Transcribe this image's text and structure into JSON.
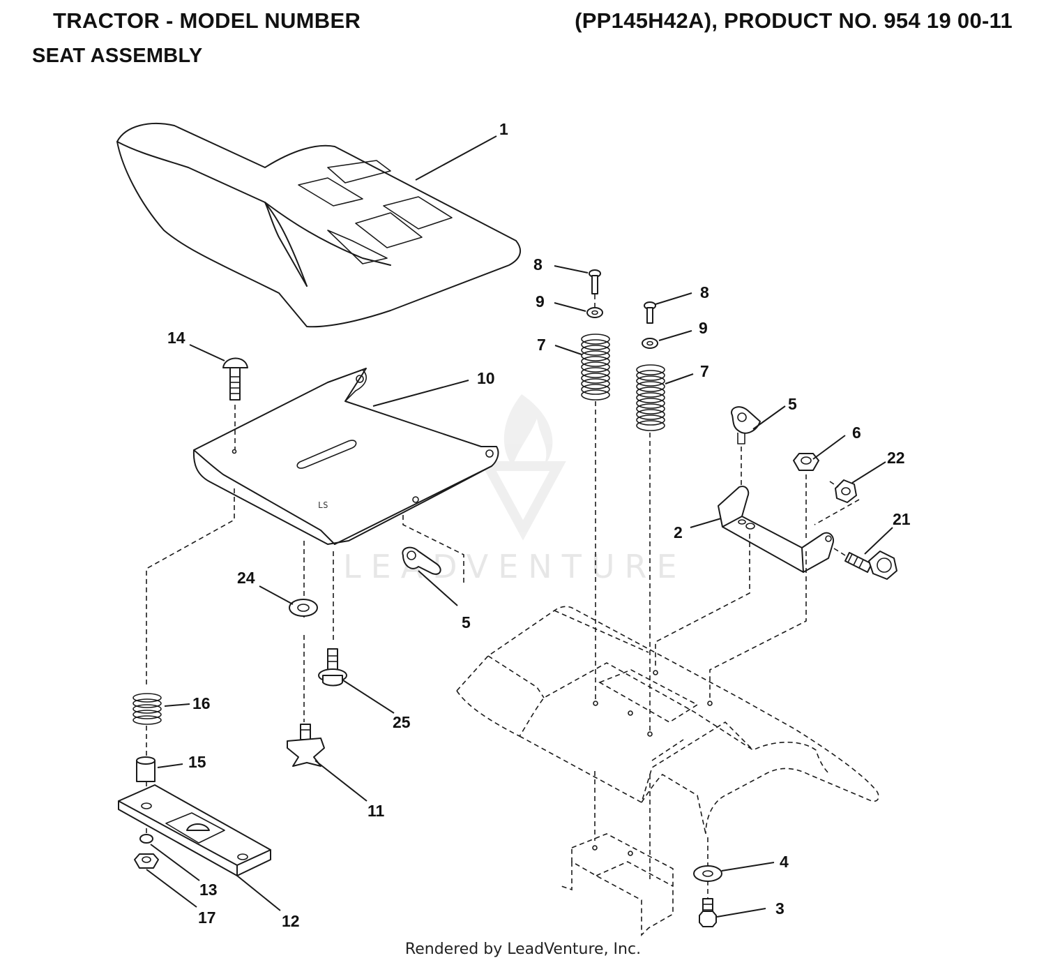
{
  "header": {
    "title_left": "TRACTOR - MODEL NUMBER",
    "title_right": "(PP145H42A), PRODUCT NO. 954 19 00-11",
    "subtitle": "SEAT ASSEMBLY"
  },
  "watermark": {
    "text": "LEADVENTURE",
    "color": "#e7e7e7"
  },
  "callouts": {
    "c1": "1",
    "c2": "2",
    "c3": "3",
    "c4": "4",
    "c5a": "5",
    "c5b": "5",
    "c6": "6",
    "c7a": "7",
    "c7b": "7",
    "c8a": "8",
    "c8b": "8",
    "c9a": "9",
    "c9b": "9",
    "c10": "10",
    "c11": "11",
    "c12": "12",
    "c13": "13",
    "c14": "14",
    "c15": "15",
    "c16": "16",
    "c17": "17",
    "c21": "21",
    "c22": "22",
    "c24": "24",
    "c25": "25"
  },
  "footer": {
    "text": "Rendered by LeadVenture, Inc."
  }
}
